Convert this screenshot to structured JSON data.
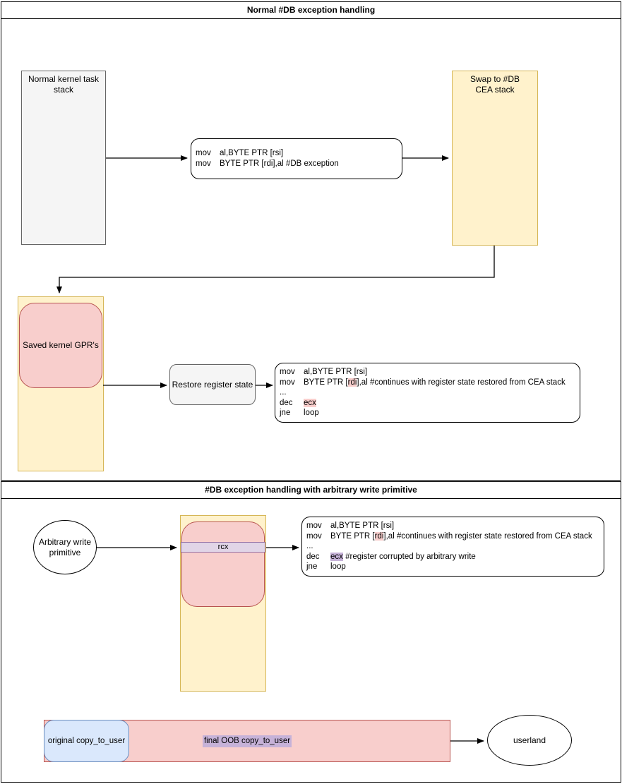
{
  "palette": {
    "yellow_fill": "#fff2cc",
    "yellow_border": "#d6b656",
    "red_fill": "#f8cecc",
    "red_border": "#b85450",
    "purple_fill": "#e1d5e7",
    "purple_border": "#9673a6",
    "blue_fill": "#dae8fc",
    "blue_border": "#6c8ebf",
    "gray_fill": "#f5f5f5",
    "gray_border": "#666666",
    "highlight_pink": "#f8cecc",
    "highlight_purple": "#c6b2d8"
  },
  "panel1": {
    "title": "Normal #DB exception handling",
    "stack_box": "Normal kernel task\nstack",
    "swap_box": "Swap to #DB\nCEA stack",
    "saved_gpr_box": "Saved kernel GPR's",
    "restore_box": "Restore register state",
    "code1": {
      "lines": [
        {
          "op": "mov",
          "parts": [
            {
              "t": "al,BYTE PTR [rsi]"
            }
          ]
        },
        {
          "op": "mov",
          "parts": [
            {
              "t": "BYTE PTR [rdi],al #DB exception"
            }
          ]
        }
      ]
    },
    "code2": {
      "lines": [
        {
          "op": "mov",
          "parts": [
            {
              "t": "al,BYTE PTR [rsi]"
            }
          ]
        },
        {
          "op": "mov",
          "parts": [
            {
              "t": "BYTE PTR ["
            },
            {
              "t": "rdi",
              "hl": "pink"
            },
            {
              "t": "],al #continues with register state restored from CEA stack"
            }
          ]
        },
        {
          "op": "...",
          "parts": []
        },
        {
          "op": "dec",
          "parts": [
            {
              "t": "ecx",
              "hl": "pink"
            }
          ]
        },
        {
          "op": "jne",
          "parts": [
            {
              "t": "loop"
            }
          ]
        }
      ]
    }
  },
  "panel2": {
    "title": "#DB exception handling with arbitrary write primitive",
    "primitive_circle": "Arbitrary write\nprimitive",
    "rcx_band": "rcx",
    "code3": {
      "lines": [
        {
          "op": "mov",
          "parts": [
            {
              "t": "al,BYTE PTR [rsi]"
            }
          ]
        },
        {
          "op": "mov",
          "parts": [
            {
              "t": "BYTE PTR ["
            },
            {
              "t": "rdi",
              "hl": "pink"
            },
            {
              "t": "],al #continues with register state restored from CEA stack"
            }
          ]
        },
        {
          "op": "...",
          "parts": []
        },
        {
          "op": "dec",
          "parts": [
            {
              "t": "ecx",
              "hl": "purple"
            },
            {
              "t": " #register corrupted by arbitrary write"
            }
          ]
        },
        {
          "op": "jne",
          "parts": [
            {
              "t": "loop"
            }
          ]
        }
      ]
    },
    "original_bar": "original copy_to_user",
    "oob_bar": "final OOB copy_to_user",
    "userland_ellipse": "userland"
  }
}
